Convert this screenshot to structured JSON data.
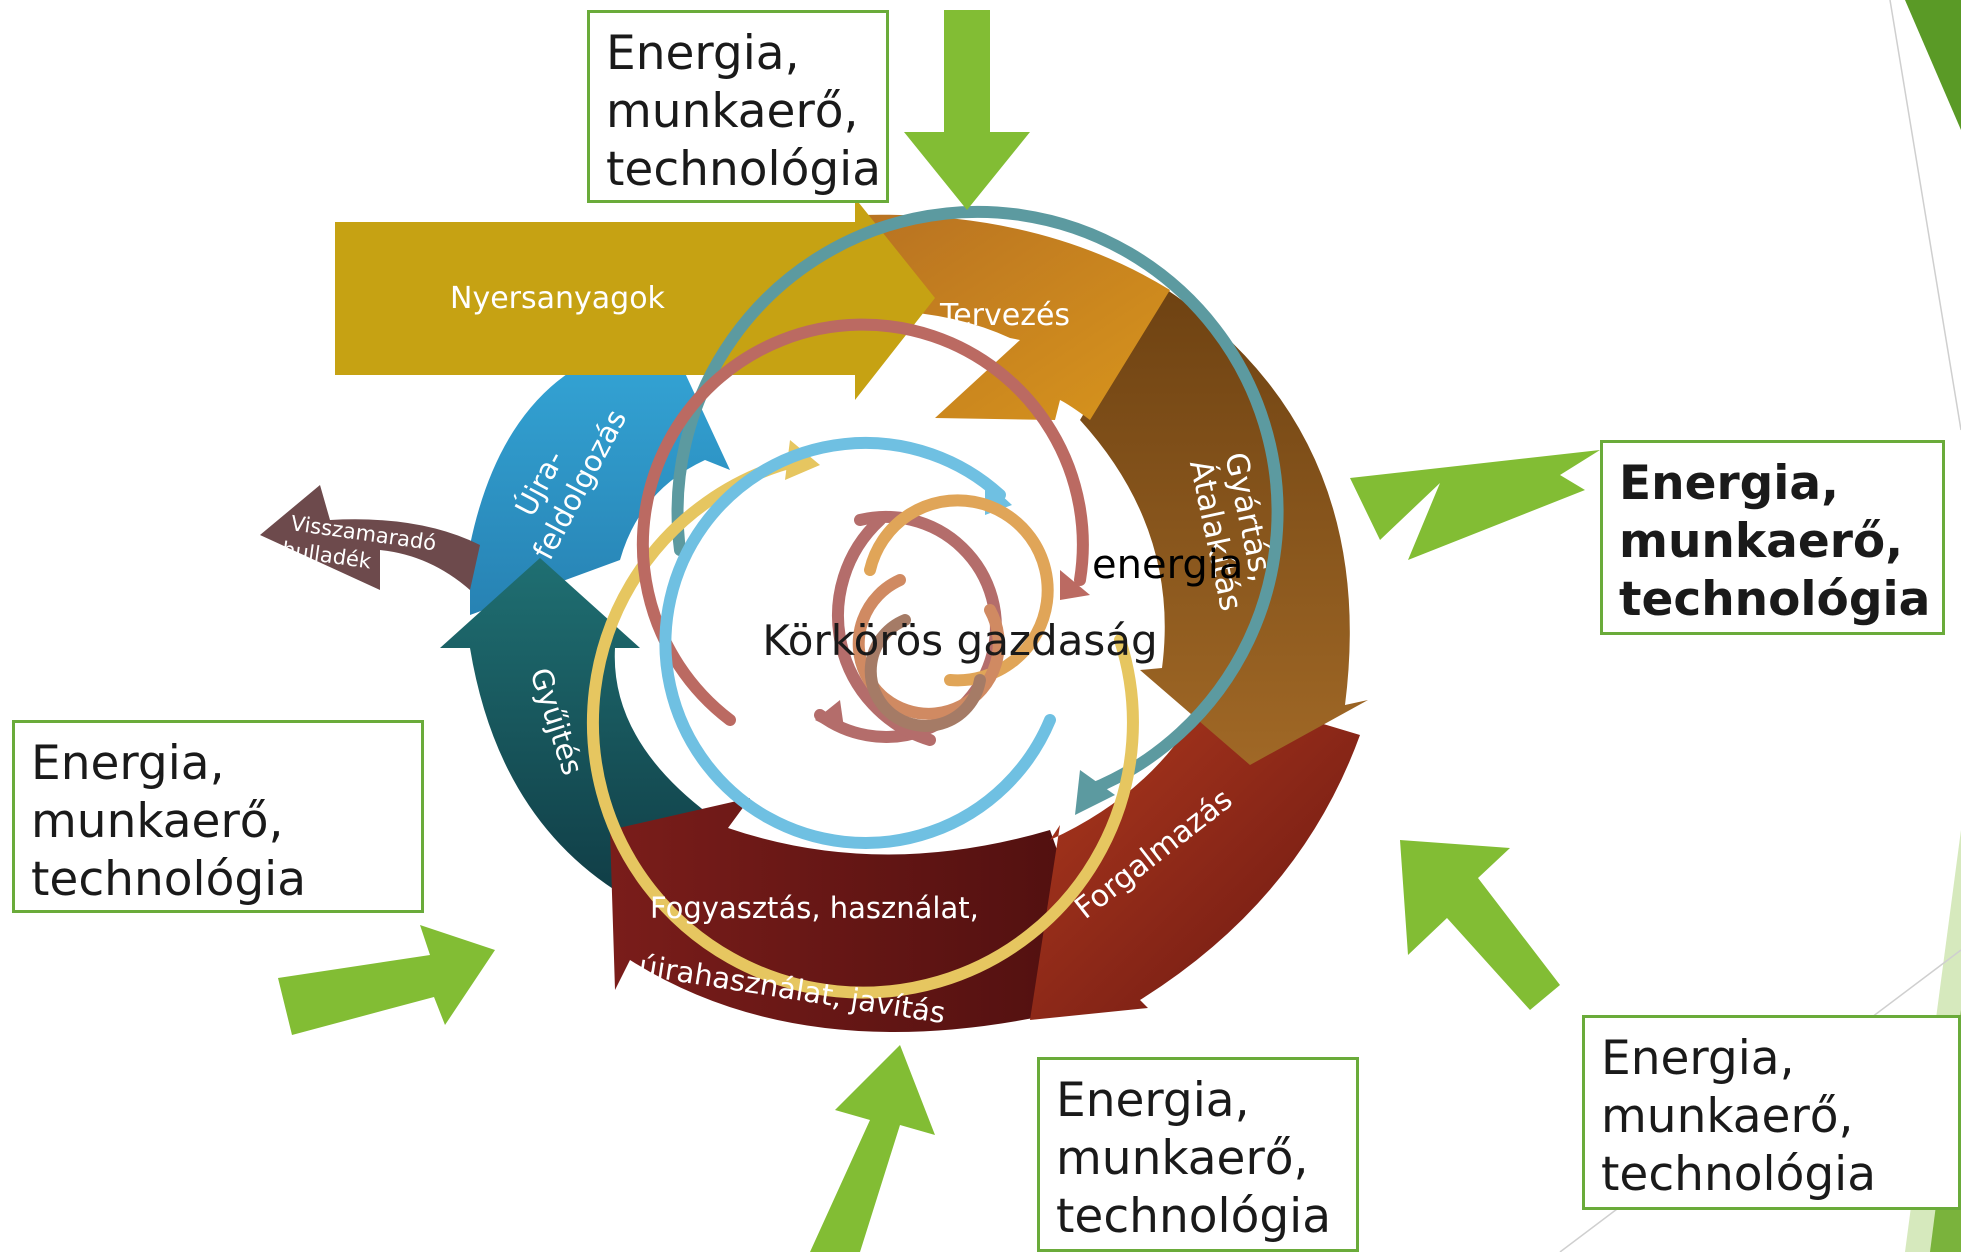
{
  "diagram": {
    "center_title": "Körkörös gazdaság",
    "overlay_label": "energia",
    "stages": {
      "raw_materials": "Nyersanyagok",
      "design": "Tervezés",
      "production": [
        "Gyártás,",
        "Átalakítás"
      ],
      "distribution": "Forgalmazás",
      "consumption": [
        "Fogyasztás, használat,",
        "újrahasználat, javítás"
      ],
      "collection": "Gyűjtés",
      "recycling": [
        "Újra-",
        "feldolgozás"
      ],
      "residual_waste": [
        "Visszamaradó",
        "hulladék"
      ]
    },
    "colors": {
      "raw_materials": "#c6a213",
      "design": "#cc8a1a",
      "production": "#8a561d",
      "distribution": "#8c2417",
      "consumption": "#681717",
      "collection": "#1b5a5f",
      "recycling": "#2b93c5",
      "residual_waste": "#6d4a4c",
      "input_arrow": "#82bd34",
      "box_border": "#6aab3a"
    }
  },
  "input_boxes": [
    {
      "lines": [
        "Energia,",
        "munkaerő,",
        "technológia"
      ]
    },
    {
      "lines": [
        "Energia,",
        "munkaerő,",
        "technológia"
      ]
    },
    {
      "lines": [
        "Energia,",
        "munkaerő,",
        "technológia"
      ]
    },
    {
      "lines": [
        "Energia,",
        "munkaerő,",
        "technológia"
      ]
    },
    {
      "lines": [
        "Energia,",
        "munkaerő,",
        "technológia"
      ]
    }
  ]
}
